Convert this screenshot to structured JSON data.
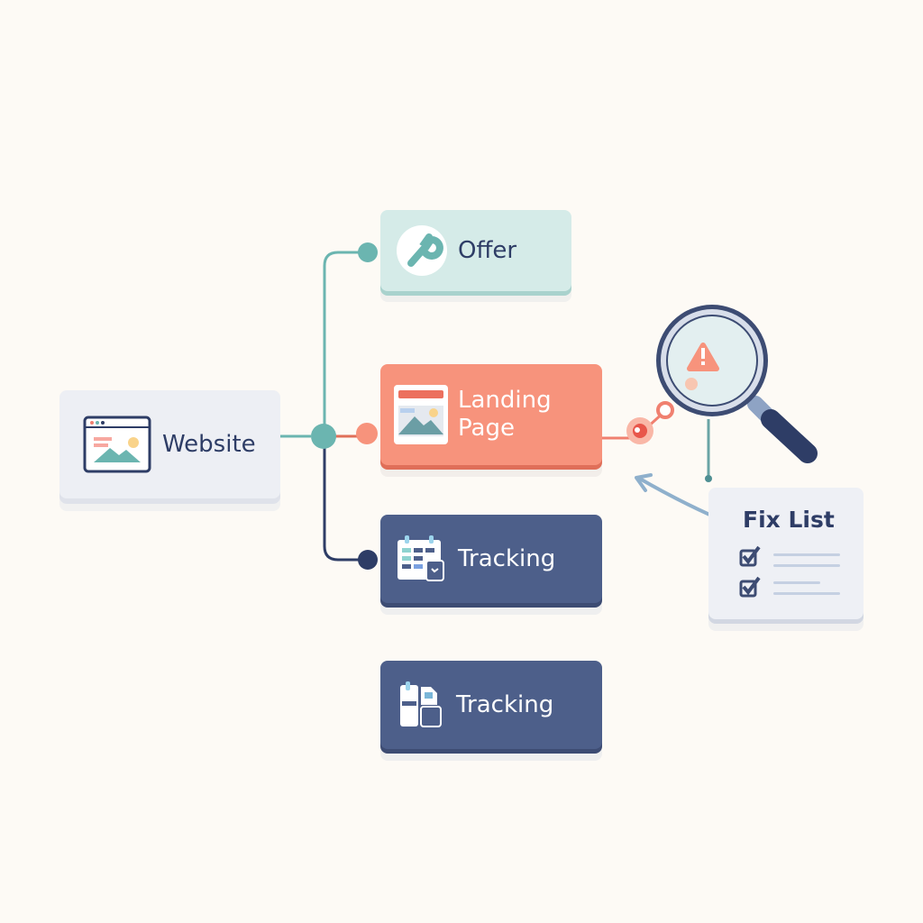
{
  "nodes": {
    "website": {
      "label": "Website",
      "icon": "browser-image-icon"
    },
    "offer": {
      "label": "Offer",
      "icon": "wrench-icon"
    },
    "landing": {
      "label": "Landing Page",
      "icon": "landing-page-icon"
    },
    "tracking_1": {
      "label": "Tracking",
      "icon": "calendar-icon"
    },
    "tracking_2": {
      "label": "Tracking",
      "icon": "documents-icon"
    },
    "fix_list": {
      "label": "Fix List",
      "icon": "checklist-icon"
    }
  },
  "colors": {
    "teal": "#6bb5b0",
    "coral": "#f7937c",
    "navy": "#4d5f8a",
    "ink": "#2e3d66"
  }
}
